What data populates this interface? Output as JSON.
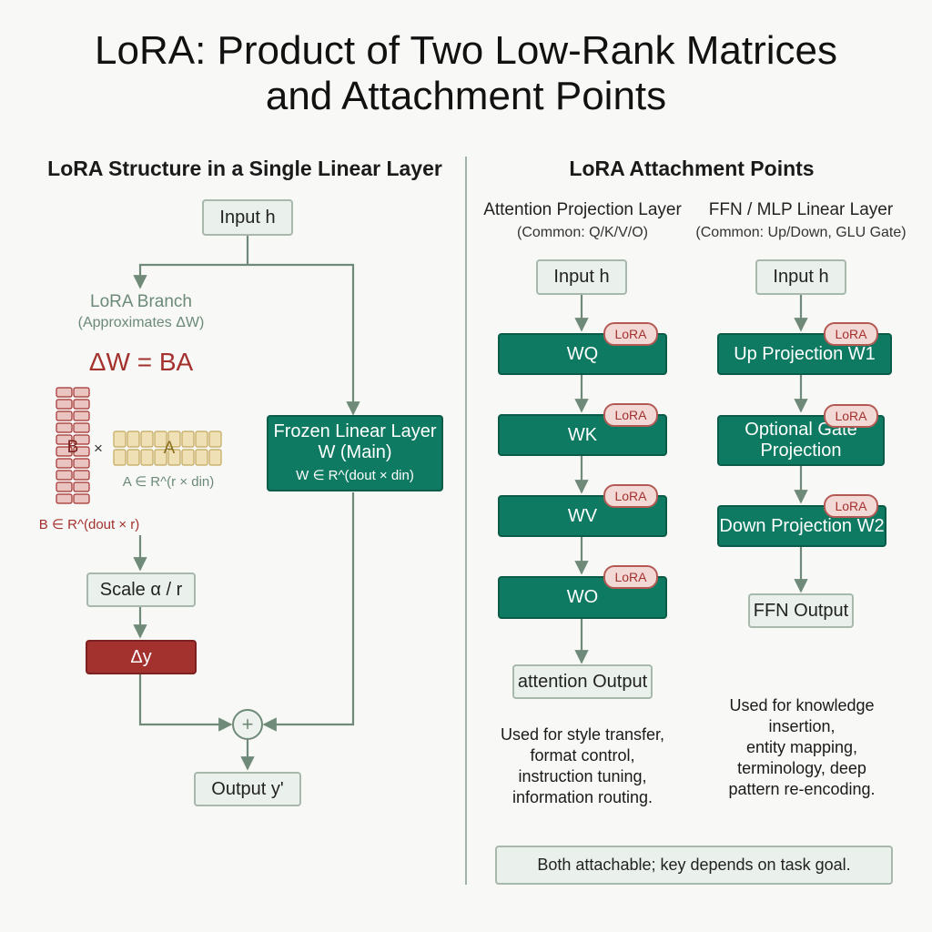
{
  "title_line1": "LoRA: Product of Two Low-Rank Matrices",
  "title_line2": "and Attachment Points",
  "left": {
    "heading": "LoRA Structure in a Single Linear Layer",
    "input": "Input h",
    "branch_label": "LoRA Branch",
    "branch_sub": "(Approximates ΔW)",
    "equation": "ΔW = BA",
    "matrix_b": "B",
    "times": "×",
    "matrix_a": "A",
    "a_dim": "A ∈ R^(r × din)",
    "b_dim": "B ∈ R^(dout × r)",
    "frozen_line1": "Frozen Linear Layer",
    "frozen_line2": "W (Main)",
    "frozen_line3": "W ∈ R^(dout × din)",
    "scale": "Scale α / r",
    "delta_y": "Δy",
    "plus": "+",
    "output": "Output y'"
  },
  "right": {
    "heading": "LoRA Attachment Points",
    "attention": {
      "title": "Attention Projection Layer",
      "subtitle": "(Common: Q/K/V/O)",
      "input": "Input h",
      "layers": [
        "WQ",
        "WK",
        "WV",
        "WO"
      ],
      "badge": "LoRA",
      "output": "attention Output",
      "note": [
        "Used for style transfer,",
        "format control,",
        "instruction tuning,",
        "information routing."
      ]
    },
    "ffn": {
      "title": "FFN / MLP Linear Layer",
      "subtitle": "(Common: Up/Down, GLU Gate)",
      "input": "Input h",
      "layers": [
        "Up Projection W1",
        "Optional Gate Projection",
        "Down Projection W2"
      ],
      "badge": "LoRA",
      "output": "FFN Output",
      "note": [
        "Used for knowledge",
        "insertion,",
        "entity mapping,",
        "terminology, deep",
        "pattern re-encoding."
      ]
    },
    "footer": "Both attachable; key depends on task goal."
  },
  "colors": {
    "teal": "#0e7a62",
    "red": "#a3312e",
    "light_box": "#eaf0eb",
    "arrow": "#6f8a78",
    "matrix_b": "#e9c4c0",
    "matrix_a": "#efe1b5"
  }
}
